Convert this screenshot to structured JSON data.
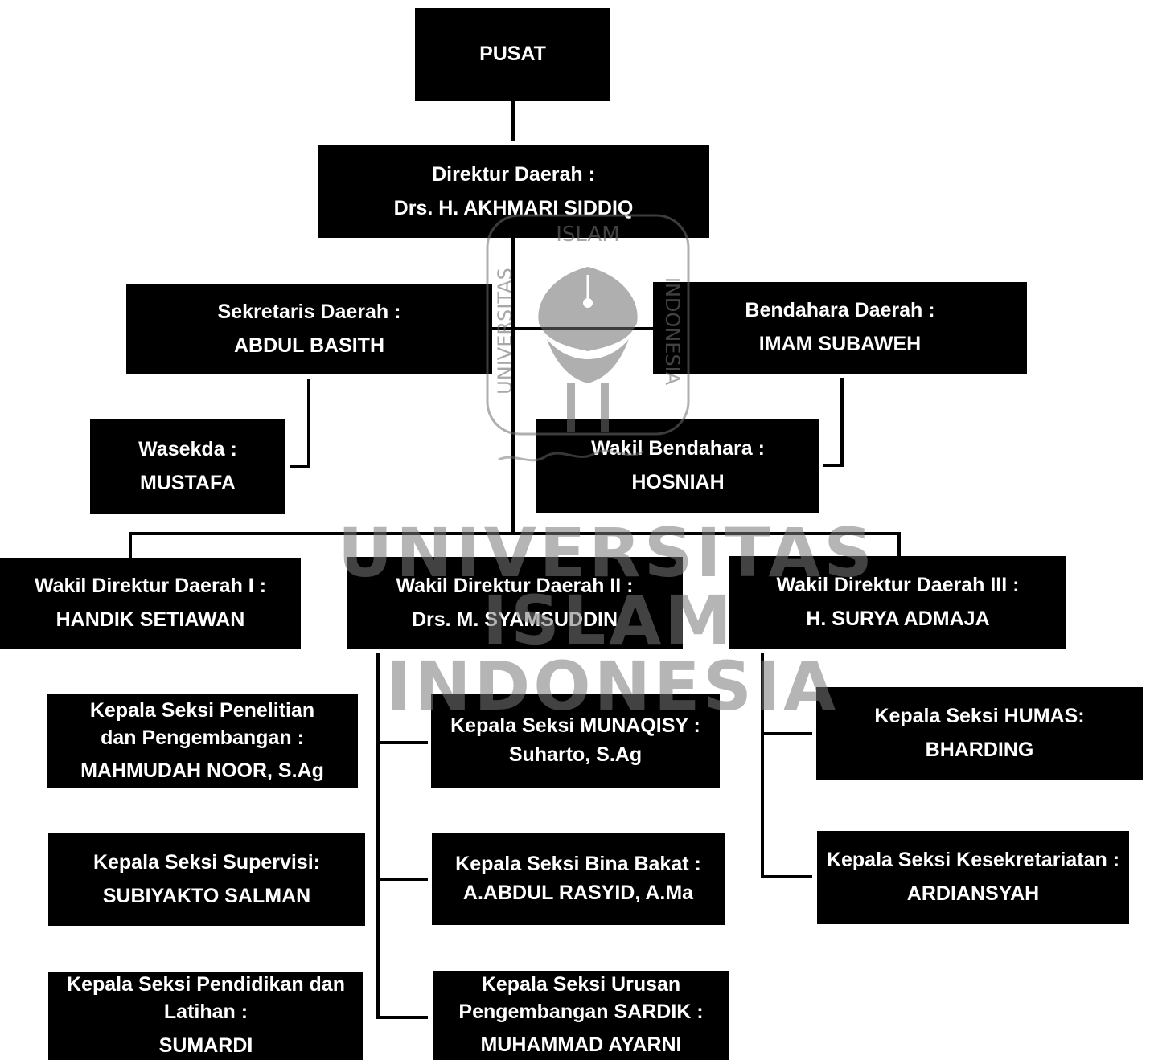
{
  "pusat": {
    "label": "PUSAT"
  },
  "direktur": {
    "role": "Direktur Daerah :",
    "name": "Drs. H. AKHMARI SIDDIQ"
  },
  "sekretaris": {
    "role": "Sekretaris Daerah :",
    "name": "ABDUL BASITH"
  },
  "bendahara": {
    "role": "Bendahara Daerah :",
    "name": "IMAM SUBAWEH"
  },
  "wasekda": {
    "role": "Wasekda :",
    "name": "MUSTAFA"
  },
  "wakil_bendahara": {
    "role": "Wakil Bendahara :",
    "name": "HOSNIAH"
  },
  "wakil_direktur_1": {
    "role": "Wakil Direktur Daerah I :",
    "name": "HANDIK SETIAWAN"
  },
  "wakil_direktur_2": {
    "role": "Wakil Direktur Daerah II :",
    "name": "Drs. M. SYAMSUDDIN"
  },
  "wakil_direktur_3": {
    "role": "Wakil Direktur Daerah III :",
    "name": "H. SURYA ADMAJA"
  },
  "seksi_penelitian": {
    "role": "Kepala Seksi Penelitian dan Pengembangan :",
    "name": "MAHMUDAH NOOR, S.Ag"
  },
  "seksi_supervisi": {
    "role": "Kepala Seksi Supervisi:",
    "name": "SUBIYAKTO SALMAN"
  },
  "seksi_pendidikan": {
    "role": "Kepala Seksi Pendidikan dan Latihan :",
    "name": "SUMARDI"
  },
  "seksi_munaqisy": {
    "role": "Kepala Seksi MUNAQISY :",
    "name": "Suharto, S.Ag"
  },
  "seksi_bina_bakat": {
    "role": "Kepala Seksi Bina Bakat :",
    "name": "A.ABDUL RASYID, A.Ma"
  },
  "seksi_sardik": {
    "role": "Kepala Seksi Urusan Pengembangan SARDIK :",
    "name": "MUHAMMAD AYARNI"
  },
  "seksi_humas": {
    "role": "Kepala Seksi HUMAS:",
    "name": "BHARDING"
  },
  "seksi_kesekretariatan": {
    "role": "Kepala Seksi Kesekretariatan :",
    "name": "ARDIANSYAH"
  },
  "watermark": {
    "line1": "UNIVERSITAS",
    "line2": "ISLAM",
    "line3": "INDONESIA",
    "seal_top": "ISLAM",
    "seal_left": "UNIVERSITAS",
    "seal_right": "INDONESIA"
  },
  "colors": {
    "box": "#000000",
    "text": "#ffffff",
    "line": "#000000",
    "watermark": "#808080"
  }
}
